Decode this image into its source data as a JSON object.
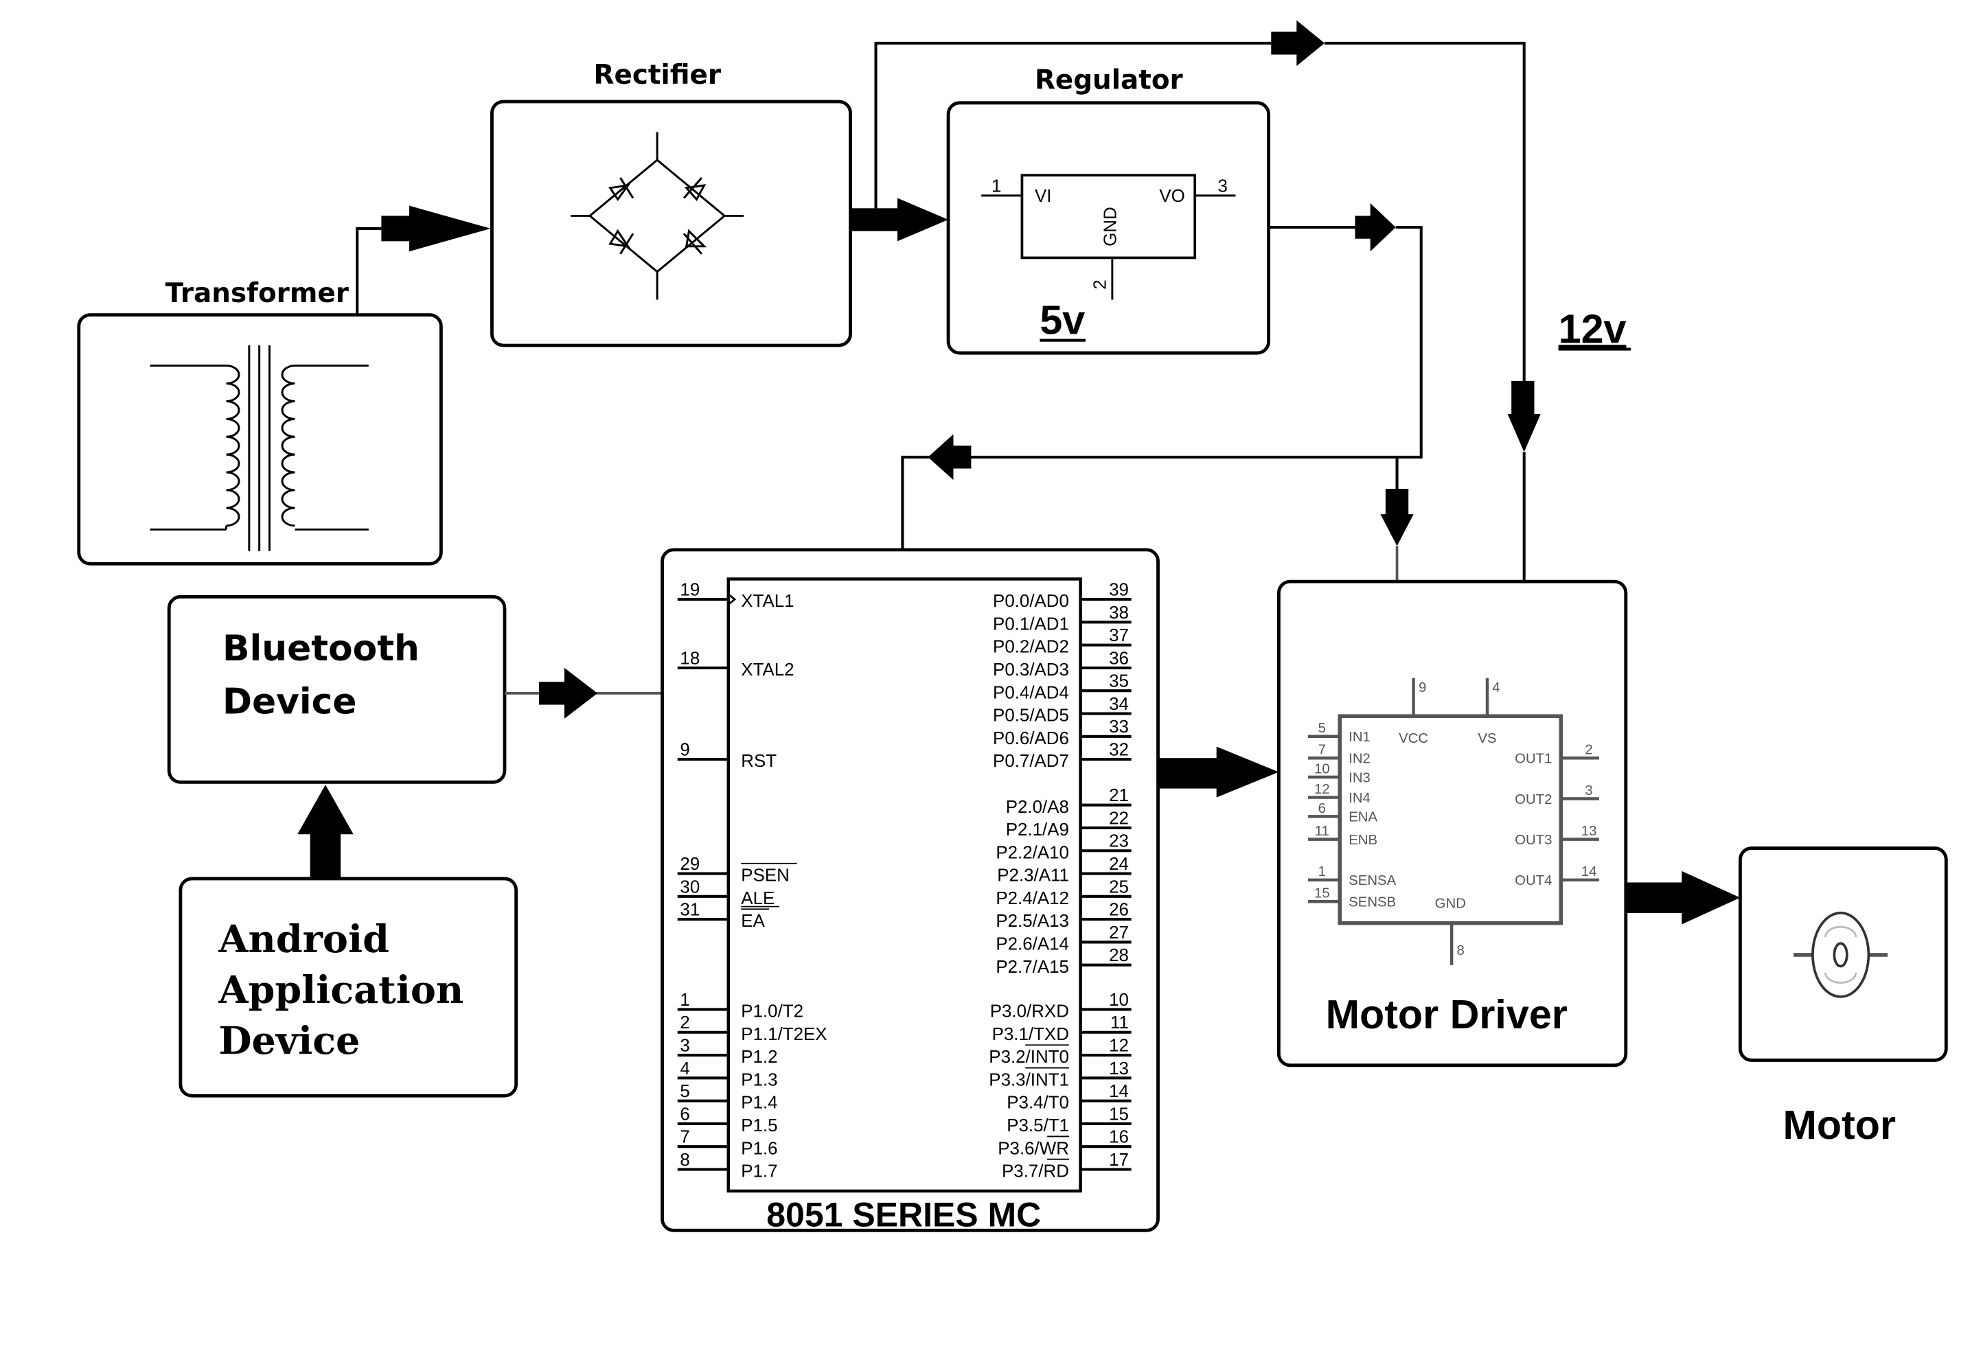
{
  "blocks": {
    "transformer": {
      "label": "Transformer"
    },
    "rectifier": {
      "label": "Rectifier"
    },
    "regulator": {
      "label": "Regulator",
      "pin_vi": "VI",
      "pin_vo": "VO",
      "pin_gnd": "GND",
      "pin1": "1",
      "pin2": "2",
      "pin3": "3",
      "voltage": "5v"
    },
    "supply_12v": {
      "voltage": "12v"
    },
    "bluetooth": {
      "line1": "Bluetooth",
      "line2": "Device"
    },
    "android": {
      "line1": "Android",
      "line2": "Application",
      "line3": "Device"
    },
    "microcontroller": {
      "label": "8051 SERIES MC"
    },
    "motor_driver": {
      "label": "Motor Driver"
    },
    "motor": {
      "label": "Motor"
    }
  },
  "mc_pins": {
    "left": [
      {
        "num": "19",
        "name": "XTAL1"
      },
      {
        "num": "18",
        "name": "XTAL2"
      },
      {
        "num": "9",
        "name": "RST"
      },
      {
        "num": "29",
        "name": "PSEN"
      },
      {
        "num": "30",
        "name": "ALE"
      },
      {
        "num": "31",
        "name": "EA"
      },
      {
        "num": "1",
        "name": "P1.0/T2"
      },
      {
        "num": "2",
        "name": "P1.1/T2EX"
      },
      {
        "num": "3",
        "name": "P1.2"
      },
      {
        "num": "4",
        "name": "P1.3"
      },
      {
        "num": "5",
        "name": "P1.4"
      },
      {
        "num": "6",
        "name": "P1.5"
      },
      {
        "num": "7",
        "name": "P1.6"
      },
      {
        "num": "8",
        "name": "P1.7"
      }
    ],
    "right": [
      {
        "num": "39",
        "name": "P0.0/AD0"
      },
      {
        "num": "38",
        "name": "P0.1/AD1"
      },
      {
        "num": "37",
        "name": "P0.2/AD2"
      },
      {
        "num": "36",
        "name": "P0.3/AD3"
      },
      {
        "num": "35",
        "name": "P0.4/AD4"
      },
      {
        "num": "34",
        "name": "P0.5/AD5"
      },
      {
        "num": "33",
        "name": "P0.6/AD6"
      },
      {
        "num": "32",
        "name": "P0.7/AD7"
      },
      {
        "num": "21",
        "name": "P2.0/A8"
      },
      {
        "num": "22",
        "name": "P2.1/A9"
      },
      {
        "num": "23",
        "name": "P2.2/A10"
      },
      {
        "num": "24",
        "name": "P2.3/A11"
      },
      {
        "num": "25",
        "name": "P2.4/A12"
      },
      {
        "num": "26",
        "name": "P2.5/A13"
      },
      {
        "num": "27",
        "name": "P2.6/A14"
      },
      {
        "num": "28",
        "name": "P2.7/A15"
      },
      {
        "num": "10",
        "name": "P3.0/RXD"
      },
      {
        "num": "11",
        "name": "P3.1/TXD"
      },
      {
        "num": "12",
        "name": "P3.2/INT0"
      },
      {
        "num": "13",
        "name": "P3.3/INT1"
      },
      {
        "num": "14",
        "name": "P3.4/T0"
      },
      {
        "num": "15",
        "name": "P3.5/T1"
      },
      {
        "num": "16",
        "name": "P3.6/WR"
      },
      {
        "num": "17",
        "name": "P3.7/RD"
      }
    ]
  },
  "driver_pins": {
    "top": [
      {
        "num": "9",
        "name": "VCC"
      },
      {
        "num": "4",
        "name": "VS"
      }
    ],
    "left": [
      {
        "num": "5",
        "name": "IN1"
      },
      {
        "num": "7",
        "name": "IN2"
      },
      {
        "num": "10",
        "name": "IN3"
      },
      {
        "num": "12",
        "name": "IN4"
      },
      {
        "num": "6",
        "name": "ENA"
      },
      {
        "num": "11",
        "name": "ENB"
      },
      {
        "num": "1",
        "name": "SENSA"
      },
      {
        "num": "15",
        "name": "SENSB"
      }
    ],
    "right": [
      {
        "num": "2",
        "name": "OUT1"
      },
      {
        "num": "3",
        "name": "OUT2"
      },
      {
        "num": "13",
        "name": "OUT3"
      },
      {
        "num": "14",
        "name": "OUT4"
      }
    ],
    "bottom": [
      {
        "num": "8",
        "name": "GND"
      }
    ]
  }
}
